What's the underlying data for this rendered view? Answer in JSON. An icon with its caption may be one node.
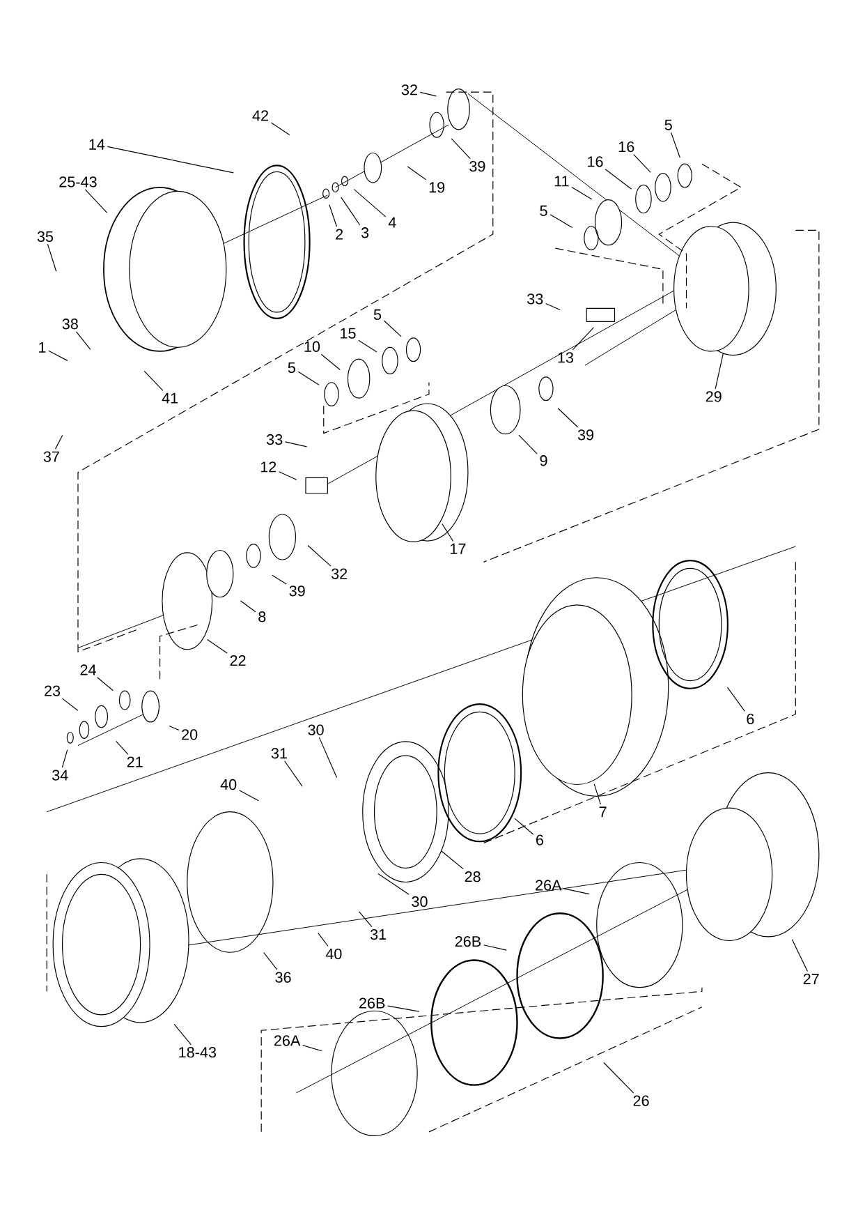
{
  "diagram": {
    "nodes": [
      {
        "text": [
          "1"
        ]
      },
      {
        "text": [
          "38"
        ]
      },
      {
        "text": [
          "41"
        ]
      },
      {
        "text": [
          "37"
        ]
      },
      {
        "text": [
          "35"
        ]
      },
      {
        "text": [
          "25-43"
        ]
      },
      {
        "text": [
          "14"
        ]
      },
      {
        "text": [
          "42"
        ]
      },
      {
        "text": [
          "2"
        ]
      },
      {
        "text": [
          "3"
        ]
      },
      {
        "text": [
          "4"
        ]
      },
      {
        "text": [
          "19"
        ]
      },
      {
        "text": [
          "39"
        ]
      },
      {
        "text": [
          "32"
        ]
      },
      {
        "text": [
          "5"
        ]
      },
      {
        "text": [
          "16"
        ]
      },
      {
        "text": [
          "16"
        ]
      },
      {
        "text": [
          "11"
        ]
      },
      {
        "text": [
          "5"
        ]
      },
      {
        "text": [
          "33"
        ]
      },
      {
        "text": [
          "13"
        ]
      },
      {
        "text": [
          "29"
        ]
      },
      {
        "text": [
          "5"
        ]
      },
      {
        "text": [
          "15"
        ]
      },
      {
        "text": [
          "10"
        ]
      },
      {
        "text": [
          "5"
        ]
      },
      {
        "text": [
          "39"
        ]
      },
      {
        "text": [
          "9"
        ]
      },
      {
        "text": [
          "33"
        ]
      },
      {
        "text": [
          "12"
        ]
      },
      {
        "text": [
          "17"
        ]
      },
      {
        "text": [
          "32"
        ]
      },
      {
        "text": [
          "39"
        ]
      },
      {
        "text": [
          "8"
        ]
      },
      {
        "text": [
          "22"
        ]
      },
      {
        "text": [
          "24"
        ]
      },
      {
        "text": [
          "23"
        ]
      },
      {
        "text": [
          "20"
        ]
      },
      {
        "text": [
          "21"
        ]
      },
      {
        "text": [
          "34"
        ]
      },
      {
        "text": [
          "30"
        ]
      },
      {
        "text": [
          "31"
        ]
      },
      {
        "text": [
          "40"
        ]
      },
      {
        "text": [
          "6"
        ]
      },
      {
        "text": [
          "7"
        ]
      },
      {
        "text": [
          "6"
        ]
      },
      {
        "text": [
          "28"
        ]
      },
      {
        "text": [
          "30"
        ]
      },
      {
        "text": [
          "31"
        ]
      },
      {
        "text": [
          "40"
        ]
      },
      {
        "text": [
          "36"
        ]
      },
      {
        "text": [
          "18-43"
        ]
      },
      {
        "text": [
          "26A"
        ]
      },
      {
        "text": [
          "26B"
        ]
      },
      {
        "text": [
          "26B"
        ]
      },
      {
        "text": [
          "26A"
        ]
      },
      {
        "text": [
          "26"
        ]
      },
      {
        "text": [
          "27"
        ]
      }
    ],
    "edges": [
      {
        "from": 0,
        "to": null,
        "arrow": "none"
      },
      {
        "from": 1,
        "to": null,
        "arrow": "none"
      },
      {
        "from": 2,
        "to": null,
        "arrow": "none"
      },
      {
        "from": 3,
        "to": null,
        "arrow": "none"
      },
      {
        "from": 4,
        "to": null,
        "arrow": "none"
      },
      {
        "from": 5,
        "to": null,
        "arrow": "none"
      },
      {
        "from": 6,
        "to": null,
        "arrow": "none"
      },
      {
        "from": 7,
        "to": null,
        "arrow": "none"
      },
      {
        "from": 8,
        "to": null,
        "arrow": "none"
      },
      {
        "from": 9,
        "to": null,
        "arrow": "none"
      },
      {
        "from": 10,
        "to": null,
        "arrow": "none"
      },
      {
        "from": 11,
        "to": null,
        "arrow": "none"
      },
      {
        "from": 12,
        "to": null,
        "arrow": "none"
      },
      {
        "from": 13,
        "to": null,
        "arrow": "none"
      },
      {
        "from": 14,
        "to": null,
        "arrow": "none"
      },
      {
        "from": 15,
        "to": null,
        "arrow": "none"
      },
      {
        "from": 16,
        "to": null,
        "arrow": "none"
      },
      {
        "from": 17,
        "to": null,
        "arrow": "none"
      },
      {
        "from": 18,
        "to": null,
        "arrow": "none"
      },
      {
        "from": 19,
        "to": null,
        "arrow": "none"
      },
      {
        "from": 20,
        "to": null,
        "arrow": "none"
      },
      {
        "from": 21,
        "to": null,
        "arrow": "none"
      },
      {
        "from": 22,
        "to": null,
        "arrow": "none"
      },
      {
        "from": 23,
        "to": null,
        "arrow": "none"
      },
      {
        "from": 24,
        "to": null,
        "arrow": "none"
      },
      {
        "from": 25,
        "to": null,
        "arrow": "none"
      },
      {
        "from": 26,
        "to": null,
        "arrow": "none"
      },
      {
        "from": 27,
        "to": null,
        "arrow": "none"
      },
      {
        "from": 28,
        "to": null,
        "arrow": "none"
      },
      {
        "from": 29,
        "to": null,
        "arrow": "none"
      },
      {
        "from": 30,
        "to": null,
        "arrow": "none"
      },
      {
        "from": 31,
        "to": null,
        "arrow": "none"
      },
      {
        "from": 32,
        "to": null,
        "arrow": "none"
      },
      {
        "from": 33,
        "to": null,
        "arrow": "none"
      },
      {
        "from": 34,
        "to": null,
        "arrow": "none"
      },
      {
        "from": 35,
        "to": null,
        "arrow": "none"
      },
      {
        "from": 36,
        "to": null,
        "arrow": "none"
      },
      {
        "from": 37,
        "to": null,
        "arrow": "none"
      },
      {
        "from": 38,
        "to": null,
        "arrow": "none"
      },
      {
        "from": 39,
        "to": null,
        "arrow": "none"
      },
      {
        "from": 40,
        "to": null,
        "arrow": "none"
      },
      {
        "from": 41,
        "to": null,
        "arrow": "none"
      },
      {
        "from": 42,
        "to": null,
        "arrow": "none"
      },
      {
        "from": 43,
        "to": null,
        "arrow": "none"
      },
      {
        "from": 44,
        "to": null,
        "arrow": "none"
      },
      {
        "from": 45,
        "to": null,
        "arrow": "none"
      },
      {
        "from": 46,
        "to": null,
        "arrow": "none"
      },
      {
        "from": 47,
        "to": null,
        "arrow": "none"
      },
      {
        "from": 48,
        "to": null,
        "arrow": "none"
      },
      {
        "from": 49,
        "to": null,
        "arrow": "none"
      },
      {
        "from": 50,
        "to": null,
        "arrow": "none"
      },
      {
        "from": 51,
        "to": null,
        "arrow": "none"
      },
      {
        "from": 52,
        "to": null,
        "arrow": "none"
      },
      {
        "from": 53,
        "to": null,
        "arrow": "none"
      },
      {
        "from": 54,
        "to": null,
        "arrow": "none"
      },
      {
        "from": 55,
        "to": null,
        "arrow": "none"
      },
      {
        "from": 56,
        "to": null,
        "arrow": "none"
      },
      {
        "from": 57,
        "to": null,
        "arrow": "none"
      }
    ]
  }
}
